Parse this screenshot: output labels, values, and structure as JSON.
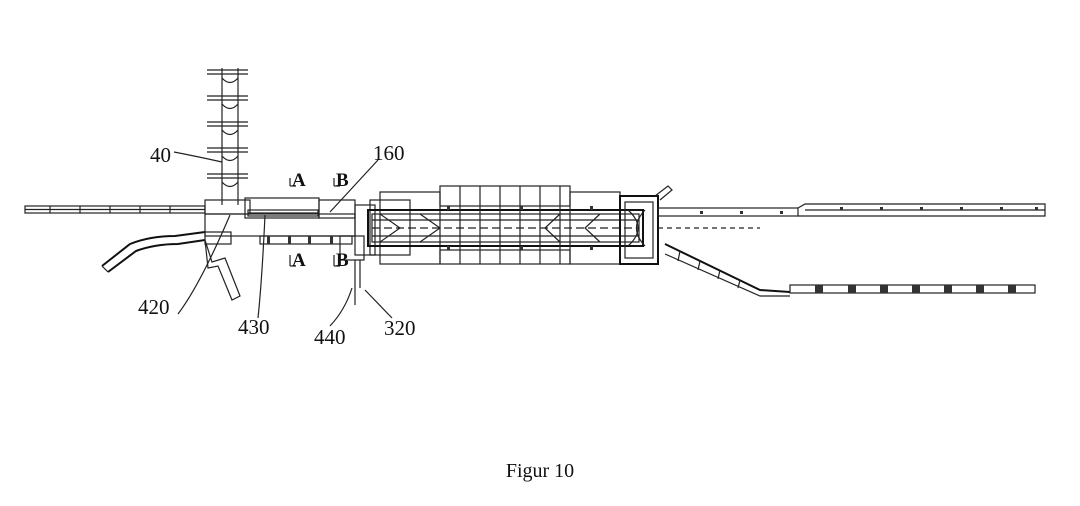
{
  "figure": {
    "caption": "Figur 10",
    "reference_labels": [
      {
        "id": "40",
        "text": "40"
      },
      {
        "id": "160",
        "text": "160"
      },
      {
        "id": "420",
        "text": "420"
      },
      {
        "id": "430",
        "text": "430"
      },
      {
        "id": "440",
        "text": "440"
      },
      {
        "id": "320",
        "text": "320"
      }
    ],
    "section_markers": [
      {
        "id": "A-top",
        "text": "A"
      },
      {
        "id": "B-top",
        "text": "B"
      },
      {
        "id": "A-bottom",
        "text": "A"
      },
      {
        "id": "B-bottom",
        "text": "B"
      }
    ]
  }
}
